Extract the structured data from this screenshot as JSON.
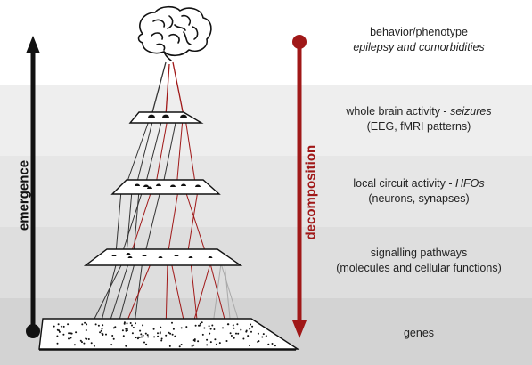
{
  "colors": {
    "band_0": "#ffffff",
    "band_1": "#eeeeee",
    "band_2": "#e6e6e6",
    "band_3": "#dedede",
    "band_4": "#d3d3d3",
    "up_arrow": "#111111",
    "down_arrow": "#a01818",
    "connect_dark": "#333333",
    "connect_red": "#a01818",
    "connect_light": "#a9a9a9"
  },
  "levels": [
    {
      "line1": "behavior/phenotype",
      "line2": "epilepsy and comorbidities"
    },
    {
      "line1_plain": "whole brain activity - ",
      "line1_italic": "seizures",
      "line2": "(EEG, fMRI patterns)"
    },
    {
      "line1_plain": "local circuit activity - ",
      "line1_italic": "HFOs",
      "line2": "(neurons, synapses)"
    },
    {
      "line1": "signalling pathways",
      "line2": "(molecules and cellular functions)"
    },
    {
      "line1": "genes"
    }
  ],
  "axes": {
    "up_label": "emergence",
    "down_label": "decomposition"
  },
  "icons": {
    "brain": "brain-icon"
  }
}
